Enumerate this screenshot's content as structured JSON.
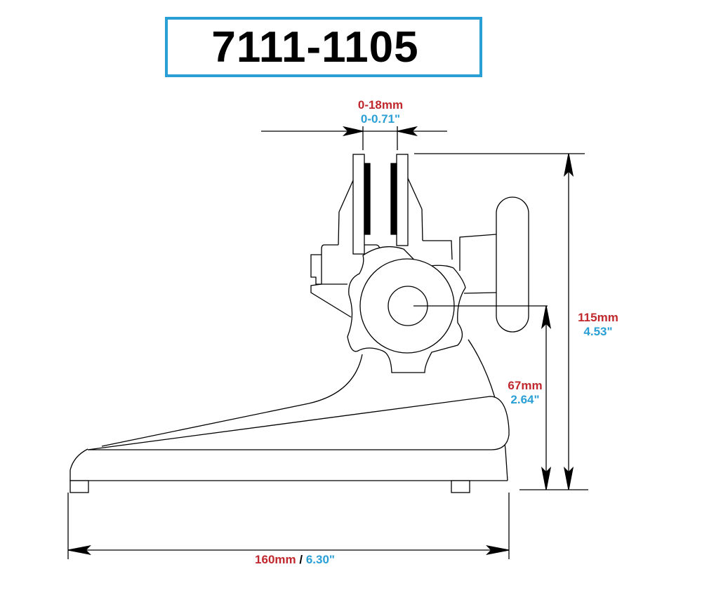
{
  "title": {
    "part_number": "7111-1105",
    "border_color": "#2a9fd6"
  },
  "dimensions": {
    "jaw_opening": {
      "metric": "0-18mm",
      "imperial": "0-0.71\""
    },
    "total_height": {
      "metric": "115mm",
      "imperial": "4.53\""
    },
    "center_height": {
      "metric": "67mm",
      "imperial": "2.64\""
    },
    "base_length": {
      "metric": "160mm",
      "separator": " / ",
      "imperial": "6.30\""
    }
  },
  "colors": {
    "metric": "#c0282d",
    "imperial": "#2a9fd6",
    "line": "#000000"
  },
  "drawing": {
    "subject": "micrometer-stand",
    "parts": [
      "jaw-pads",
      "clamp-jaws",
      "star-knob",
      "side-handle",
      "upright-column",
      "base",
      "feet"
    ]
  }
}
